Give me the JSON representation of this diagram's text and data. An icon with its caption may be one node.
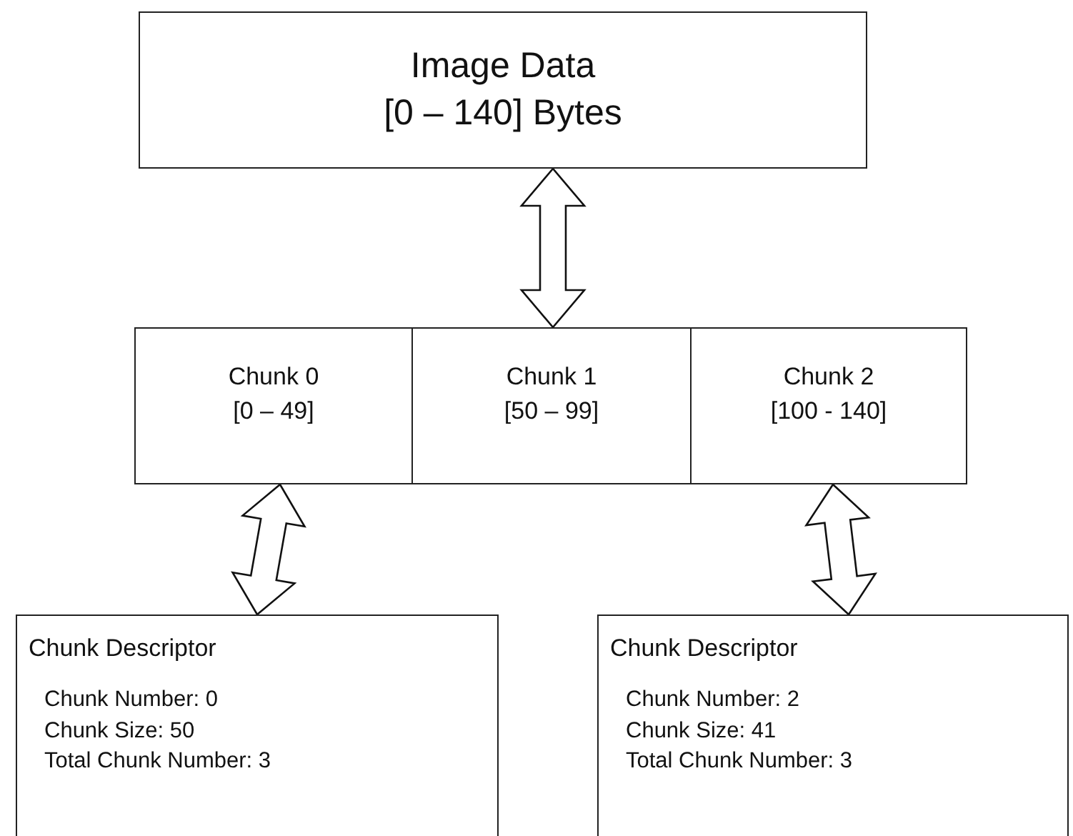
{
  "diagram": {
    "nodes": [
      {
        "text": [
          "Image Data",
          "[0 – 140] Bytes"
        ]
      },
      {
        "text": [
          "Chunk 0",
          "[0 – 49]"
        ]
      },
      {
        "text": [
          "Chunk 1",
          "[50 – 99]"
        ]
      },
      {
        "text": [
          "Chunk 2",
          "[100 - 140]"
        ]
      },
      {
        "text": [
          "Chunk Descriptor",
          "Chunk Number: 0",
          "Chunk Size: 50",
          "Total Chunk Number: 3"
        ]
      },
      {
        "text": [
          "Chunk Descriptor",
          "Chunk Number: 2",
          "Chunk Size: 41",
          "Total Chunk Number: 3"
        ]
      }
    ],
    "edges": [
      {
        "from": 0,
        "to": 2,
        "arrow": "both"
      },
      {
        "from": 1,
        "to": 4,
        "arrow": "both"
      },
      {
        "from": 3,
        "to": 5,
        "arrow": "both"
      }
    ]
  }
}
